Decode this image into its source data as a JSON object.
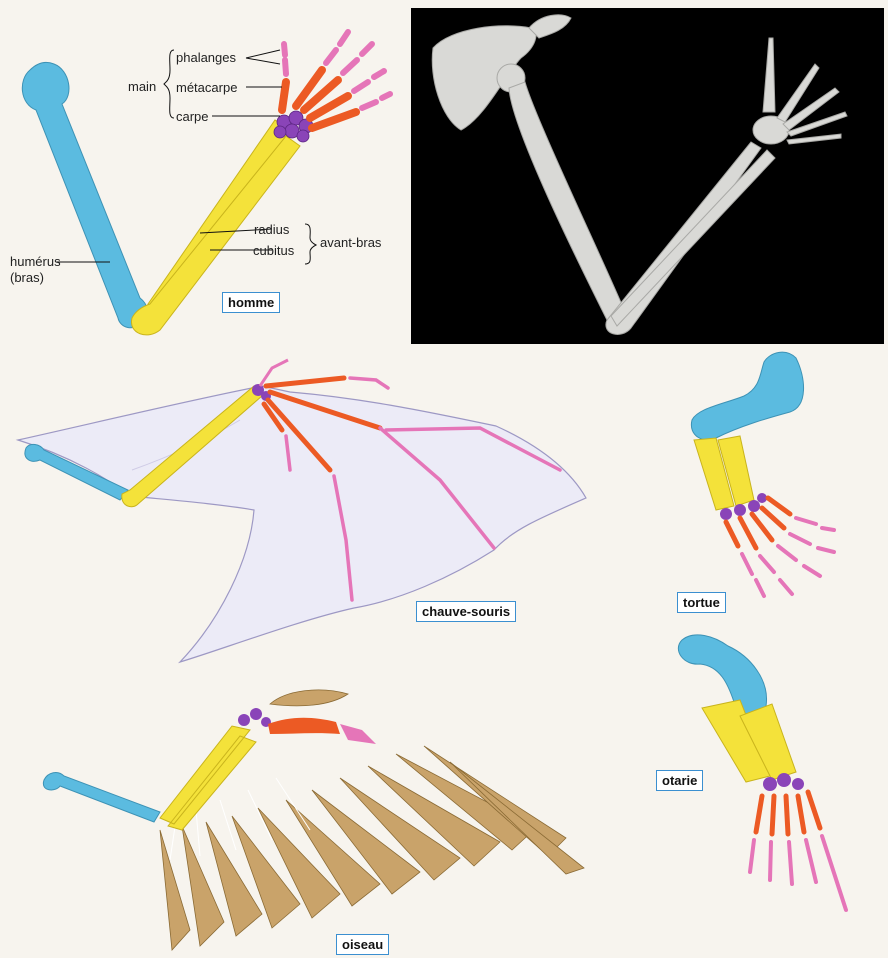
{
  "labels": {
    "phalanges": "phalanges",
    "metacarpe": "métacarpe",
    "carpe": "carpe",
    "main": "main",
    "radius": "radius",
    "cubitus": "cubitus",
    "avant_bras": "avant-bras",
    "humerus": "humérus",
    "bras": "(bras)"
  },
  "specimens": {
    "homme": "homme",
    "chauve_souris": "chauve-souris",
    "tortue": "tortue",
    "otarie": "otarie",
    "oiseau": "oiseau"
  },
  "colors": {
    "humerus": "#5bbbe0",
    "radius_cubitus": "#f4e23a",
    "carpe": "#8a44b8",
    "metacarpe": "#ec5a24",
    "phalanges": "#e575b8",
    "tag_border": "#3b8fd0",
    "wing_membrane": "#ecebf7",
    "feather": "#c9a36a"
  }
}
